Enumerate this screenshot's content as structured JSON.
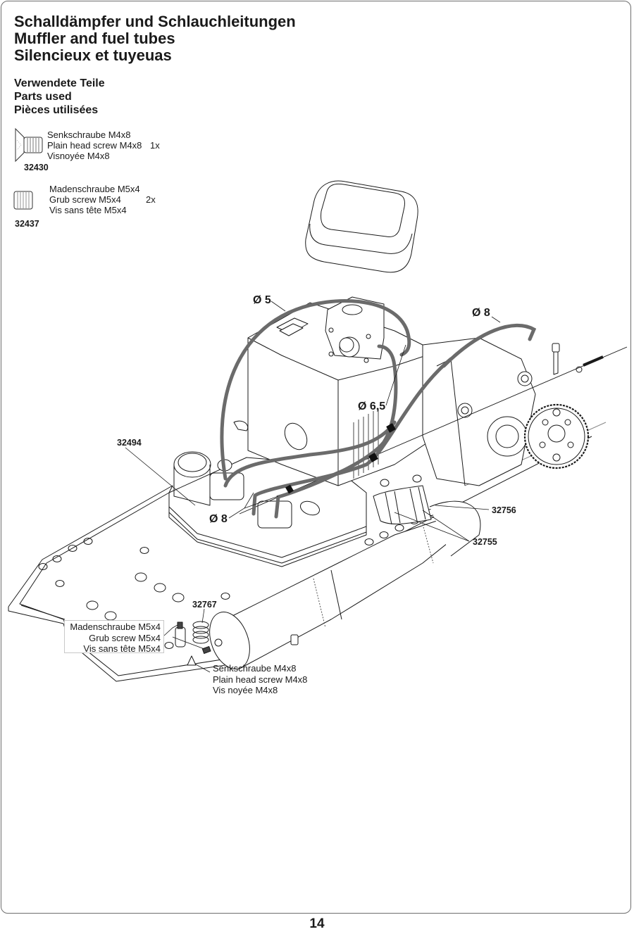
{
  "title": {
    "de": "Schalldämpfer und Schlauchleitungen",
    "en": "Muffler and fuel tubes",
    "fr": "Silencieux et tuyeuas"
  },
  "parts_heading": {
    "de": "Verwendete Teile",
    "en": "Parts used",
    "fr": "Pièces utilisées"
  },
  "parts_used": [
    {
      "part_no": "32430",
      "icon": "countersunk-screw-icon",
      "de": "Senkschraube M4x8",
      "en": "Plain head screw M4x8",
      "fr": "Visnoyée M4x8",
      "qty": "1x"
    },
    {
      "part_no": "32437",
      "icon": "grub-screw-icon",
      "de": "Madenschraube M5x4",
      "en": "Grub screw M5x4",
      "fr": "Vis sans tête M5x4",
      "qty": "2x"
    }
  ],
  "diagram": {
    "tube_labels": {
      "d5": "Ø 5",
      "d8_top": "Ø 8",
      "d65": "Ø 6,5",
      "d8_bottom": "Ø 8"
    },
    "part_callouts": {
      "tank": "32494",
      "clamp": "32756",
      "coupler": "32755",
      "spring": "32767"
    },
    "notes": {
      "grub": {
        "de": "Madenschraube M5x4",
        "en": "Grub screw M5x4",
        "fr": "Vis sans tête M5x4"
      },
      "countersunk": {
        "de": "Senkschraube M4x8",
        "en": "Plain head screw M4x8",
        "fr": "Vis noyée M4x8"
      }
    },
    "colors": {
      "tube": "#6b6b6b",
      "line": "#1a1a1a"
    }
  },
  "page_number": "14"
}
